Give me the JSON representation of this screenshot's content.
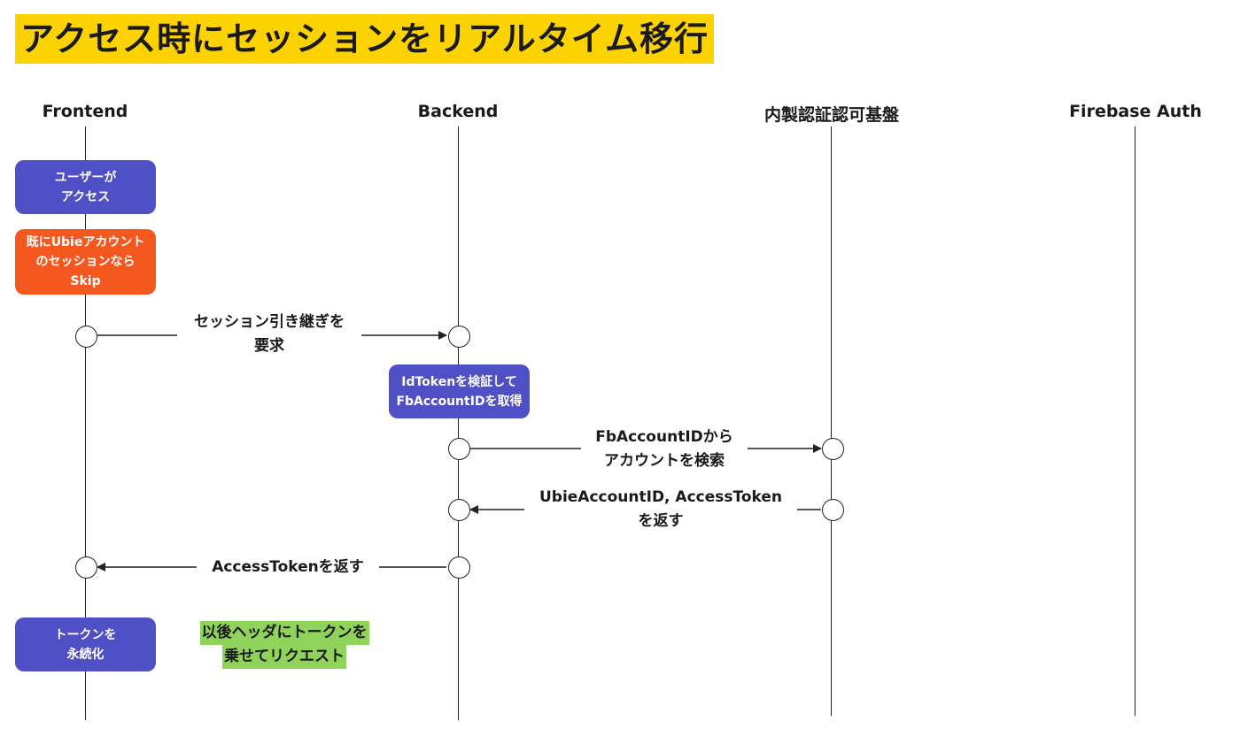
{
  "title": "アクセス時にセッションをリアルタイム移行",
  "actors": [
    "Frontend",
    "Backend",
    "内製認証認可基盤",
    "Firebase Auth"
  ],
  "boxes": {
    "user_access": [
      "ユーザーが",
      "アクセス"
    ],
    "skip_if_session": [
      "既にUbieアカウント",
      "のセッションなら",
      "Skip"
    ],
    "verify_idtoken": [
      "IdTokenを検証して",
      "FbAccountIDを取得"
    ],
    "persist_token": [
      "トークンを",
      "永続化"
    ]
  },
  "messages": {
    "request_session": [
      "セッション引き継ぎを",
      "要求"
    ],
    "lookup_account": [
      "FbAccountIDから",
      "アカウントを検索"
    ],
    "return_ids": [
      "UbieAccountID, AccessToken",
      "を返す"
    ],
    "return_token": [
      "AccessTokenを返す"
    ]
  },
  "note": [
    "以後ヘッダにトークンを",
    "乗せてリクエスト"
  ],
  "colors": {
    "title_bg": "#fcd200",
    "box_blue": "#4f4fc6",
    "box_orange": "#f5581f",
    "note_bg": "#8fd35a"
  }
}
